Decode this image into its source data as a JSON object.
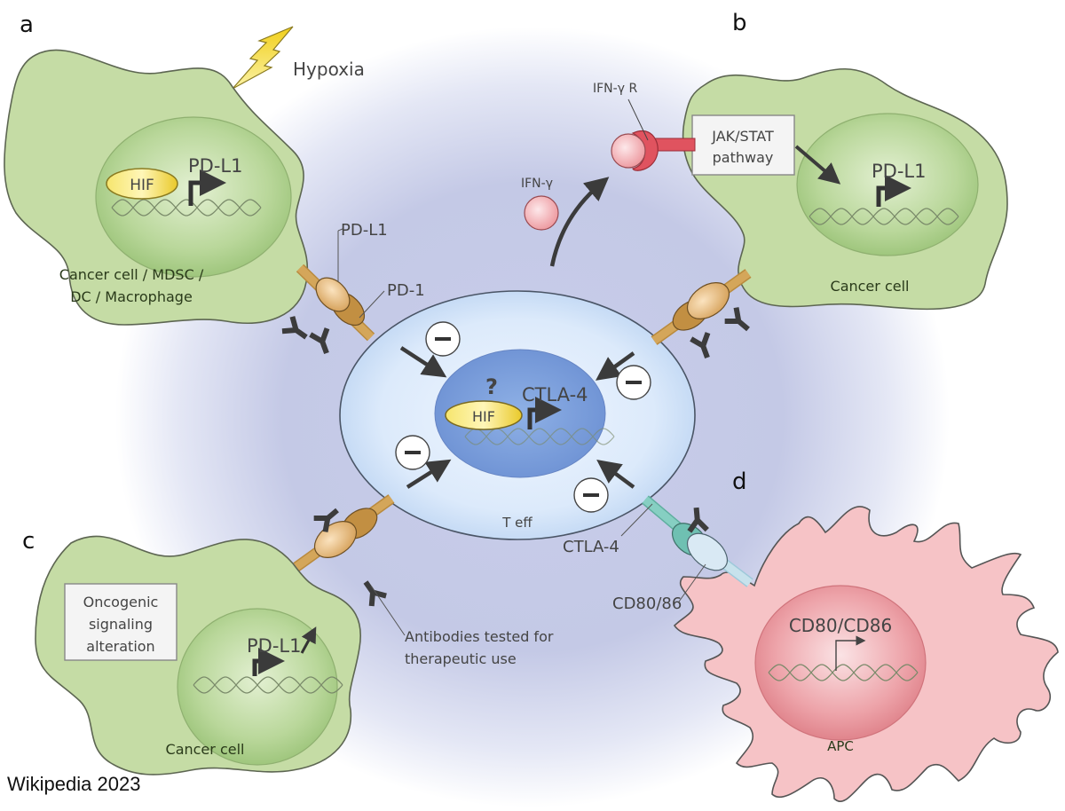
{
  "figure": {
    "credit": "Wikipedia 2023",
    "colors": {
      "cancer_cell_fill": "#c3dba2",
      "cancer_cell_stroke": "#555e4a",
      "nucleus_green": "#a9cd86",
      "tcell_fill": "#dbe9fb",
      "tcell_nucleus": "#7b9ddb",
      "apc_fill": "#f5c1c4",
      "apc_nucleus": "#e48f96",
      "hif_fill": "#f0d94a",
      "pd_receptor": "#c79a4e",
      "ctla4_teal": "#7fc9be",
      "ifn_pink": "#f2a9ae",
      "ifn_receptor_red": "#e0535f",
      "background_glow": "#b9bfe0",
      "arrow_dark": "#3b3b3b"
    }
  },
  "panels": {
    "a": {
      "letter": "a",
      "trigger": "Hypoxia",
      "factor": "HIF",
      "gene": "PD-L1",
      "cell_label_line1": "Cancer cell /  MDSC /",
      "cell_label_line2": "DC / Macrophage"
    },
    "b": {
      "letter": "b",
      "box_line1": "JAK/STAT",
      "box_line2": "pathway",
      "gene": "PD-L1",
      "cell_label": "Cancer cell",
      "cytokine": "IFN-γ",
      "receptor": "IFN-γ R"
    },
    "c": {
      "letter": "c",
      "box_line1": "Oncogenic",
      "box_line2": "signaling",
      "box_line3": "alteration",
      "gene": "PD-L1",
      "cell_label": "Cancer cell"
    },
    "d": {
      "letter": "d",
      "gene": "CD80/CD86",
      "cell_label": "APC",
      "ligand": "CD80/86",
      "receptor": "CTLA-4"
    }
  },
  "center": {
    "cell_label": "T eff",
    "factor": "HIF",
    "question": "?",
    "gene": "CTLA-4",
    "inhibit_symbol": "−",
    "pdl1_callout": "PD-L1",
    "pd1_callout": "PD-1",
    "antibody_callout_line1": "Antibodies tested for",
    "antibody_callout_line2": "therapeutic use"
  }
}
